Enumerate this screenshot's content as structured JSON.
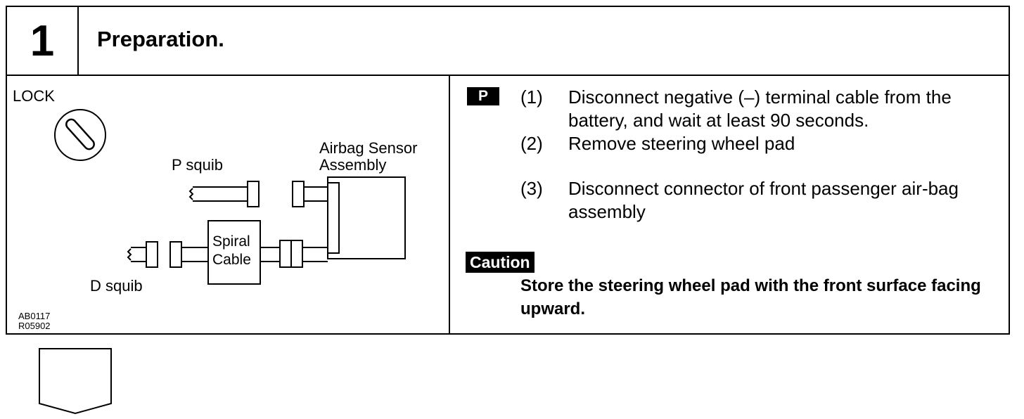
{
  "step": {
    "number": "1",
    "title": "Preparation."
  },
  "figure": {
    "lock_label": "LOCK",
    "airbag_sensor_line1": "Airbag Sensor",
    "airbag_sensor_line2": "Assembly",
    "p_squib": "P squib",
    "d_squib": "D squib",
    "spiral_line1": "Spiral",
    "spiral_line2": "Cable",
    "code1": "AB0117",
    "code2": "R05902"
  },
  "instructions": {
    "badge": "P",
    "items": [
      {
        "num": "(1)",
        "text": "Disconnect negative (–) terminal cable from the battery, and wait at least 90 seconds."
      },
      {
        "num": "(2)",
        "text": "Remove steering wheel pad"
      },
      {
        "num": "(3)",
        "text": "Disconnect connector of front passenger air-bag assembly"
      }
    ],
    "caution_label": "Caution",
    "caution_text": "Store the steering wheel pad with the front surface facing upward."
  }
}
